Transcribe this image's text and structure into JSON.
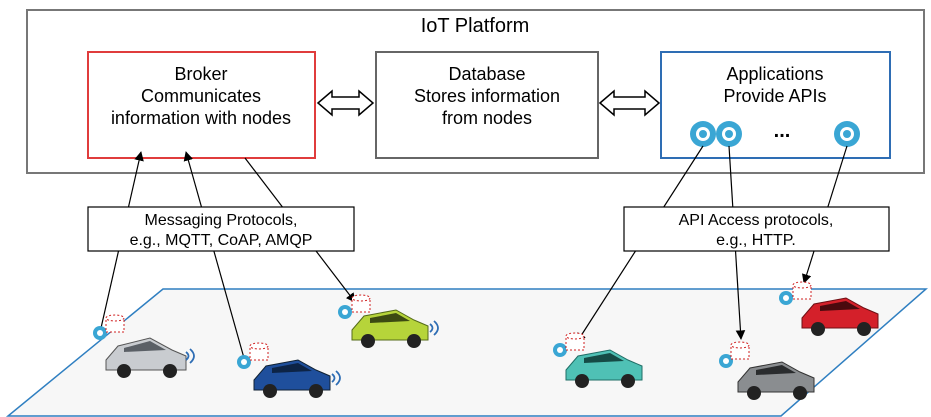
{
  "platform": {
    "title": "IoT Platform"
  },
  "broker": {
    "title": "Broker",
    "line1": "Communicates",
    "line2": "information with nodes",
    "border_color": "#e03c3c"
  },
  "database": {
    "title": "Database",
    "line1": "Stores information",
    "line2": "from nodes",
    "border_color": "#666666"
  },
  "applications": {
    "title": "Applications",
    "line1": "Provide APIs",
    "ellipsis": "...",
    "border_color": "#2e6db4"
  },
  "messaging": {
    "line1": "Messaging Protocols,",
    "line2": "e.g., MQTT, CoAP, AMQP"
  },
  "api_access": {
    "line1": "API Access protocols,",
    "line2": "e.g., HTTP."
  },
  "colors": {
    "ground_edge": "#2f7fc1",
    "node_icon": "#3aa6d4",
    "car_silver": "#c9ccd0",
    "car_blue": "#1f4f9c",
    "car_lime": "#b6d43a",
    "car_teal": "#4fc1b5",
    "car_gray": "#8a8d90",
    "car_red": "#d4202a"
  },
  "icons": [
    "app-icon",
    "iot-node-icon",
    "storage-cylinder-icon",
    "wireless-signal-icon",
    "car-icon"
  ]
}
